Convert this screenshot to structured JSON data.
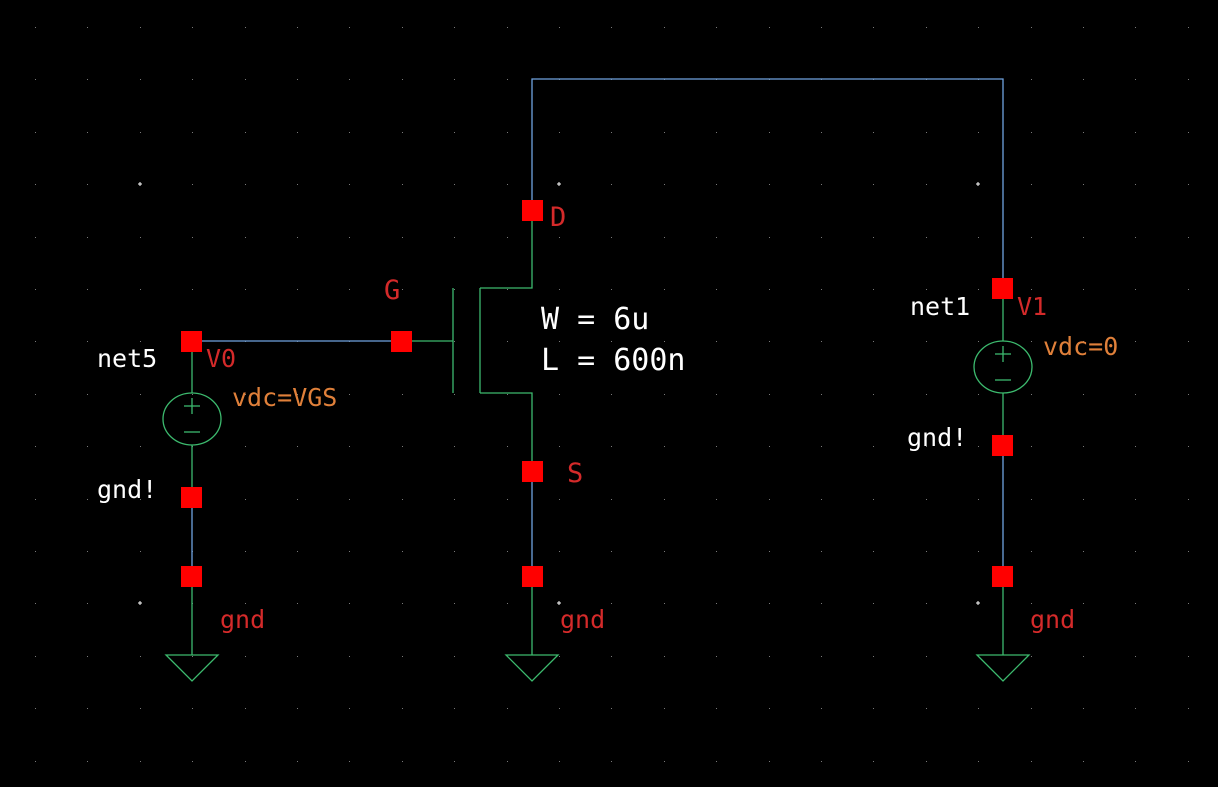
{
  "app": {
    "type": "schematic-editor-canvas",
    "background": "#000000"
  },
  "colors": {
    "wire": "#6fa3e0",
    "symbol": "#3cba6e",
    "pin": "#ff0000",
    "instance_name": "#d42a2a",
    "pin_label": "#d42a2a",
    "parameter": "#e0803a",
    "net_label": "#ffffff",
    "grid_dot": "#7a7a7a"
  },
  "components": {
    "nmos": {
      "pins": {
        "gate": "G",
        "drain": "D",
        "source": "S"
      },
      "params": {
        "width": "W = 6u",
        "length": "L = 600n"
      }
    },
    "source_left": {
      "instance": "V0",
      "param": "vdc=VGS",
      "net_top": "net5",
      "net_bottom": "gnd!"
    },
    "source_right": {
      "instance": "V1",
      "param": "vdc=0",
      "net_top": "net1",
      "net_bottom": "gnd!"
    },
    "grounds": [
      {
        "label": "gnd"
      },
      {
        "label": "gnd"
      },
      {
        "label": "gnd"
      }
    ]
  }
}
